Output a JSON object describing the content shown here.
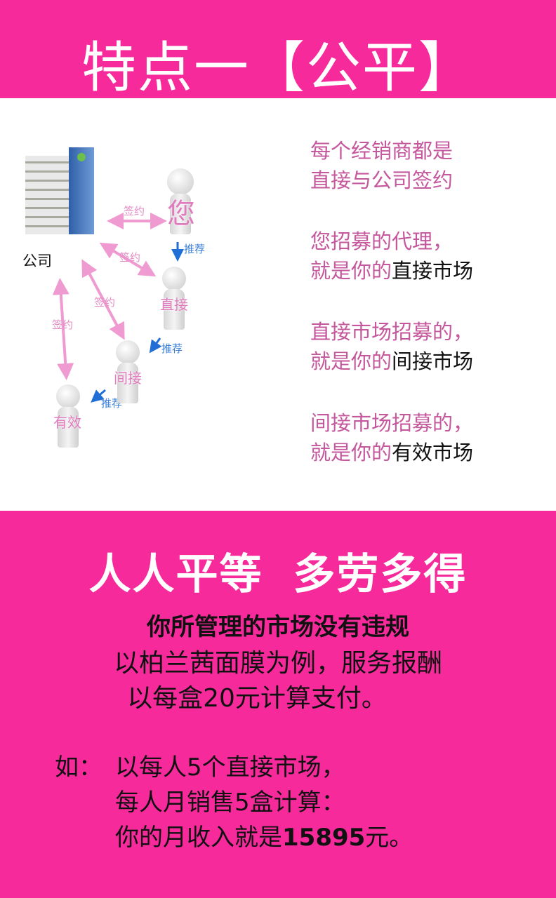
{
  "header": {
    "title": "特点一【公平】"
  },
  "diagram": {
    "company": "公司",
    "sign": "签约",
    "recommend": "推荐",
    "you": "您",
    "direct": "直接",
    "indirect": "间接",
    "effective": "有效"
  },
  "right_text": [
    {
      "line1": "每个经销商都是",
      "line2_pink": "直接与公司签约",
      "line2_black": ""
    },
    {
      "line1": "您招募的代理，",
      "line2_pink": "就是你的",
      "line2_black": "直接市场"
    },
    {
      "line1": "直接市场招募的，",
      "line2_pink": "就是你的",
      "line2_black": "间接市场"
    },
    {
      "line1": "间接市场招募的，",
      "line2_pink": "就是你的",
      "line2_black": "有效市场"
    }
  ],
  "bottom": {
    "slogan": "人人平等 多劳多得",
    "line1": "你所管理的市场没有违规",
    "line2": "以柏兰茜面膜为例，服务报酬",
    "line3": "以每盒20元计算支付。",
    "example_prefix": "如：",
    "example1": "以每人5个直接市场，",
    "example2": "每人月销售5盒计算：",
    "example3_pre": "你的月收入就是",
    "example3_num": "15895",
    "example3_post": "元。"
  },
  "colors": {
    "brand_pink": "#f72a9c",
    "text_pink": "#c5579d",
    "arrow_pink": "#ef9ad0",
    "arrow_blue": "#1f6fd6"
  }
}
